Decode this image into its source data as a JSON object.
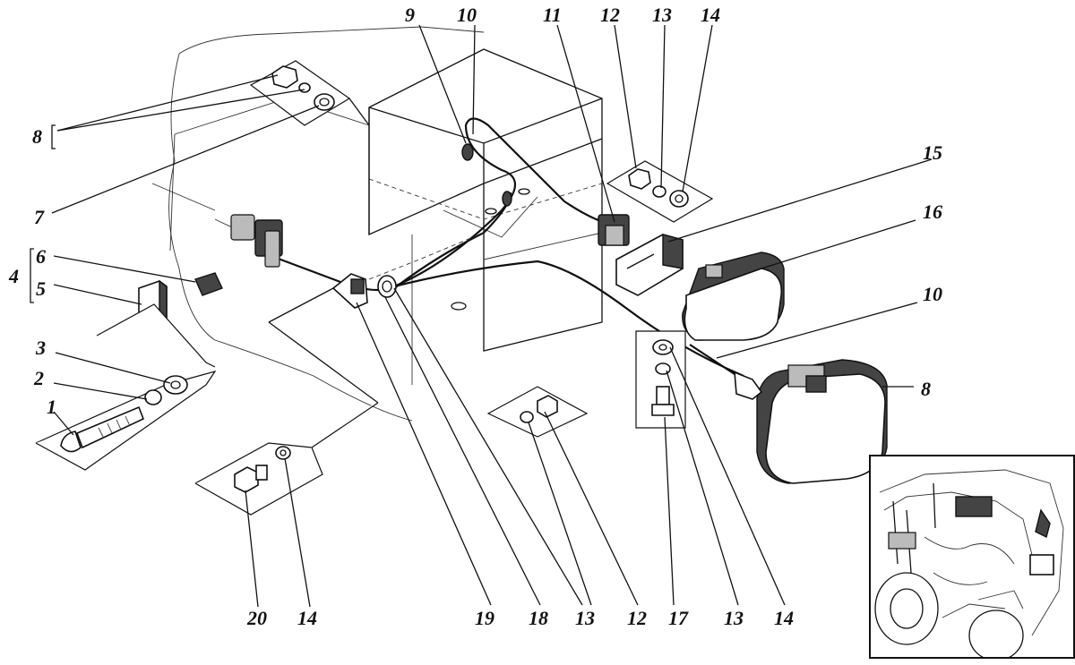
{
  "callouts": [
    {
      "id": "c1",
      "text": "1"
    },
    {
      "id": "c2",
      "text": "2"
    },
    {
      "id": "c3",
      "text": "3"
    },
    {
      "id": "c4",
      "text": "4"
    },
    {
      "id": "c5",
      "text": "5"
    },
    {
      "id": "c6",
      "text": "6"
    },
    {
      "id": "c7",
      "text": "7"
    },
    {
      "id": "c8a",
      "text": "8"
    },
    {
      "id": "c8b",
      "text": "8"
    },
    {
      "id": "c9",
      "text": "9"
    },
    {
      "id": "c10a",
      "text": "10"
    },
    {
      "id": "c10b",
      "text": "10"
    },
    {
      "id": "c11",
      "text": "11"
    },
    {
      "id": "c12a",
      "text": "12"
    },
    {
      "id": "c12b",
      "text": "12"
    },
    {
      "id": "c13a",
      "text": "13"
    },
    {
      "id": "c13b",
      "text": "13"
    },
    {
      "id": "c13c",
      "text": "13"
    },
    {
      "id": "c14a",
      "text": "14"
    },
    {
      "id": "c14b",
      "text": "14"
    },
    {
      "id": "c14c",
      "text": "14"
    },
    {
      "id": "c15",
      "text": "15"
    },
    {
      "id": "c16",
      "text": "16"
    },
    {
      "id": "c17",
      "text": "17"
    },
    {
      "id": "c18",
      "text": "18"
    },
    {
      "id": "c19",
      "text": "19"
    },
    {
      "id": "c20",
      "text": "20"
    }
  ]
}
